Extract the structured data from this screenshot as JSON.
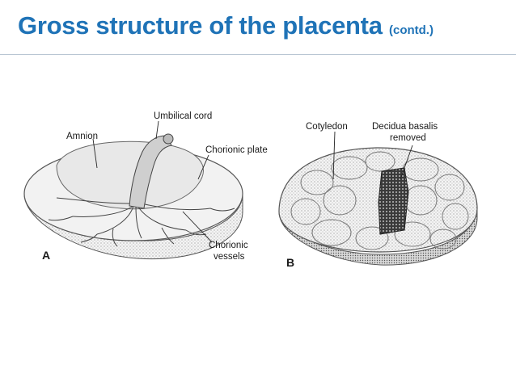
{
  "slide": {
    "title": "Gross structure of the placenta",
    "subtitle": "(contd.)"
  },
  "figure_a": {
    "panel": "A",
    "labels": {
      "umbilical_cord": "Umbilical cord",
      "amnion": "Amnion",
      "chorionic_plate": "Chorionic plate",
      "chorionic_vessels_1": "Chorionic",
      "chorionic_vessels_2": "vessels"
    }
  },
  "figure_b": {
    "panel": "B",
    "labels": {
      "cotyledon": "Cotyledon",
      "decidua_1": "Decidua basalis",
      "decidua_2": "removed"
    }
  }
}
